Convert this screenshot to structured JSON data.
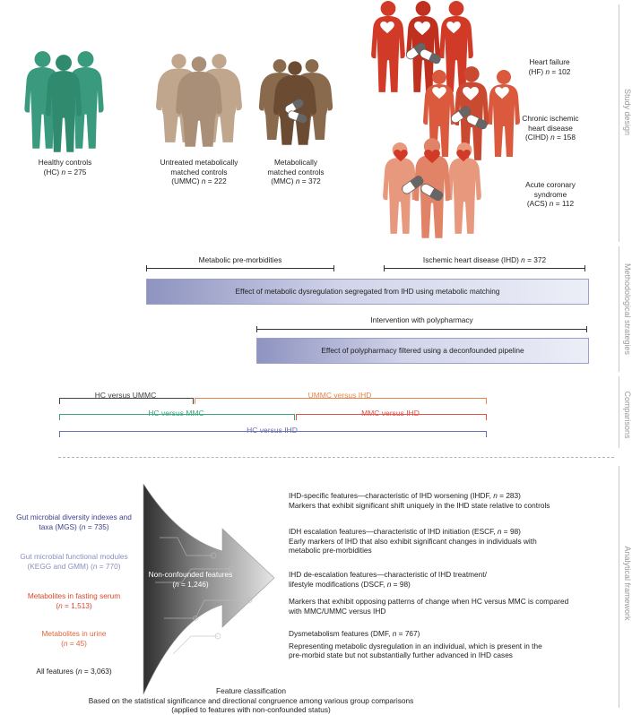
{
  "sections": {
    "study_design": "Study design",
    "methodological": "Methodological strategies",
    "comparisons": "Comparisons",
    "analytical": "Analytical framework"
  },
  "groups": {
    "hc": {
      "line1": "Healthy controls",
      "line2": "(HC) ",
      "n": "n",
      "value": " = 275"
    },
    "ummc": {
      "line1": "Untreated metabolically",
      "line2": "matched controls",
      "line3": "(UMMC) ",
      "n": "n",
      "value": " = 222"
    },
    "mmc": {
      "line1": "Metabolically",
      "line2": "matched controls",
      "line3": "(MMC) ",
      "n": "n",
      "value": " = 372"
    },
    "hf": {
      "line1": "Heart failure",
      "line2": "(HF) ",
      "n": "n",
      "value": " = 102"
    },
    "cihd": {
      "line1": "Chronic ischemic",
      "line2": "heart disease",
      "line3": "(CIHD) ",
      "n": "n",
      "value": " = 158"
    },
    "acs": {
      "line1": "Acute coronary",
      "line2": "syndrome",
      "line3": "(ACS) ",
      "n": "n",
      "value": " = 112"
    }
  },
  "ranges": {
    "pre": "Metabolic pre-morbidities",
    "ihd_pre": "Ischemic heart disease (IHD) ",
    "ihd_n": "n",
    "ihd_val": " = 372",
    "poly": "Intervention with polypharmacy"
  },
  "bars": {
    "metabolic": "Effect of metabolic dysregulation segregated from IHD using metabolic matching",
    "poly": "Effect of polypharmacy filtered using a deconfounded pipeline"
  },
  "comparisons": {
    "hc_ummc": "HC versus UMMC",
    "ummc_ihd": "UMMC versus IHD",
    "hc_mmc": "HC versus MMC",
    "mmc_ihd": "MMC versus IHD",
    "hc_ihd": "HC versus IHD"
  },
  "inputs": {
    "mgs": {
      "l1": "Gut microbial diversity indexes and",
      "l2": "taxa (MGS) (",
      "n": "n",
      "v": " = 735)"
    },
    "kegg": {
      "l1": "Gut microbial functional modules",
      "l2": "(KEGG and GMM) (",
      "n": "n",
      "v": " = 770)"
    },
    "serum": {
      "l1": "Metabolites in fasting serum",
      "l2": "(",
      "n": "n",
      "v": " = 1,513)"
    },
    "urine": {
      "l1": "Metabolites in urine",
      "l2": "(",
      "n": "n",
      "v": " = 45)"
    },
    "all": {
      "l1": "All features (",
      "n": "n",
      "v": " = 3,063)"
    }
  },
  "arrow_label": {
    "l1": "Non-confounded features",
    "l2": "(",
    "n": "n",
    "v": " = 1,246)"
  },
  "features": {
    "ihdf": {
      "h": "IHD-specific features—characteristic of IHD worsening (IHDF, ",
      "n": "n",
      "v": " = 283)",
      "d1": "Markers that exhibit significant shift uniquely in the IHD state relative to controls"
    },
    "escf": {
      "h": "IDH escalation features—characteristic of IHD initiation (ESCF, ",
      "n": "n",
      "v": " = 98)",
      "d1": "Early markers of IHD that also exhibit significant changes in individuals with",
      "d2": "metabolic pre-morbidities"
    },
    "dscf": {
      "h1": "IHD de-escalation features—characteristic of IHD treatment/",
      "h2": "lifestyle modifications (DSCF, ",
      "n": "n",
      "v": " = 98)",
      "d1": "Markers that exhibit opposing patterns of change when HC versus MMC is compared",
      "d2": "with MMC/UMMC versus IHD"
    },
    "dmf": {
      "h": "Dysmetabolism features (DMF, ",
      "n": "n",
      "v": " = 767)",
      "d1": "Representing metabolic dysregulation in an individual, which is present in the",
      "d2": "pre-morbid state but not substantially further advanced in IHD cases"
    }
  },
  "classification": {
    "l1": "Feature classification",
    "l2": "Based on the statistical significance and directional congruence among various group comparisons",
    "l3": "(applied to features with non-confounded status)"
  },
  "colors": {
    "hc": "#3a9a7e",
    "ummc": "#b59a82",
    "mmc": "#7a5a3d",
    "hf": "#d23a28",
    "cihd": "#db5a3e",
    "acs": "#e8987c",
    "mgs": "#3d3f8c",
    "kegg": "#8c90bd",
    "serum": "#d9482b",
    "urine": "#e0643a",
    "comp_hc_ummc": "#444444",
    "comp_ummc_ihd": "#e5854b",
    "comp_hc_mmc": "#3aa57f",
    "comp_mmc_ihd": "#e0524a",
    "comp_hc_ihd": "#6c6fb0"
  }
}
